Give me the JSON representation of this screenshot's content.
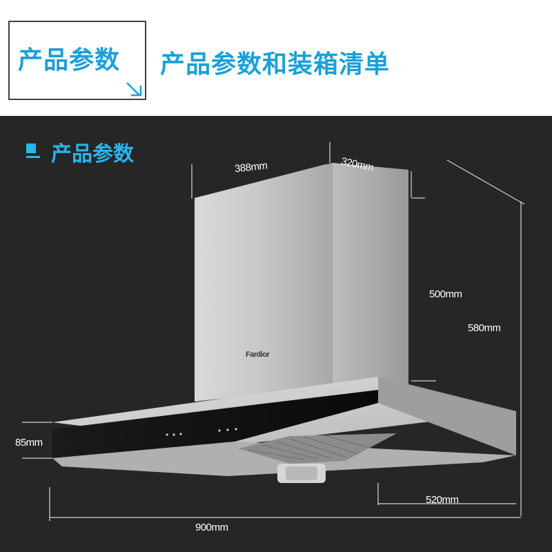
{
  "header": {
    "tag_label": "产品参数",
    "title": "产品参数和装箱清单"
  },
  "section": {
    "title": "产品参数"
  },
  "product": {
    "brand": "Fardior"
  },
  "dimensions": {
    "chimney_width": "388mm",
    "chimney_depth": "320mm",
    "chimney_height": "500mm",
    "total_height": "580mm",
    "canopy_thickness": "85mm",
    "canopy_depth": "520mm",
    "canopy_width": "900mm"
  },
  "colors": {
    "accent": "#1aa0d8",
    "panel_background": "#262626",
    "dimension_text": "#ffffff"
  }
}
